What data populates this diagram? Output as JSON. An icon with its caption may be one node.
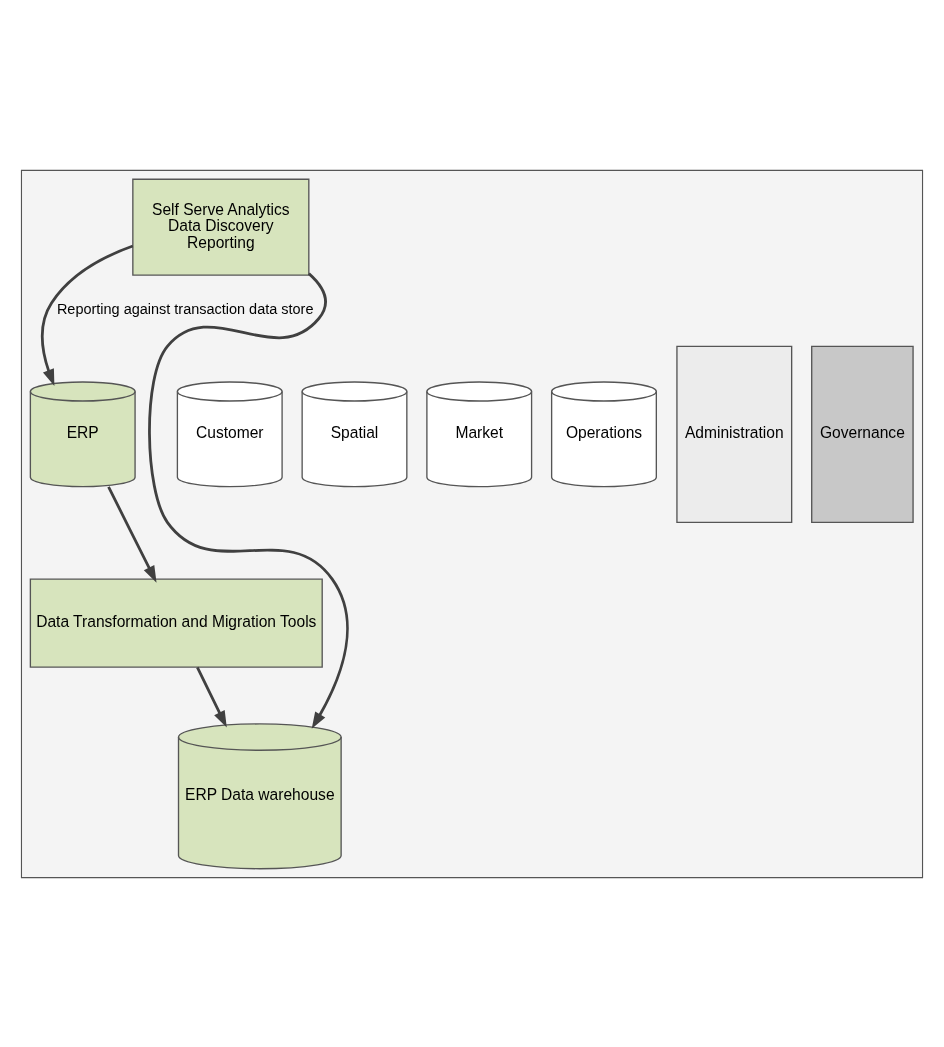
{
  "diagram": {
    "nodes": [
      {
        "text": [],
        "shape": "box"
      },
      {
        "text": [
          "Governance"
        ],
        "in": 0
      },
      {
        "text": [
          "Administration"
        ],
        "in": 0
      },
      {
        "text": [
          "Operations"
        ],
        "in": 0
      },
      {
        "text": [
          "Market"
        ],
        "in": 0
      },
      {
        "text": [
          "Spatial"
        ],
        "in": 0
      },
      {
        "text": [
          "ERP"
        ],
        "in": 0
      },
      {
        "text": [
          "Customer"
        ],
        "in": 0
      },
      {
        "text": [
          "Data Transformation and Migration Tools"
        ],
        "in": 0
      },
      {
        "text": [
          "ERP Data warehouse"
        ],
        "in": 0
      },
      {
        "text": [
          "Self Serve Analytics",
          "Data Discovery",
          "Reporting"
        ],
        "in": 0
      }
    ],
    "edges": [
      {
        "from": 6,
        "to": 8,
        "arrow": "to"
      },
      {
        "from": 8,
        "to": 9,
        "arrow": "to"
      },
      {
        "from": 10,
        "to": 9,
        "arrow": "to"
      },
      {
        "from": 10,
        "to": 6,
        "arrow": "to",
        "label": "Reporting against transaction data store"
      }
    ]
  }
}
